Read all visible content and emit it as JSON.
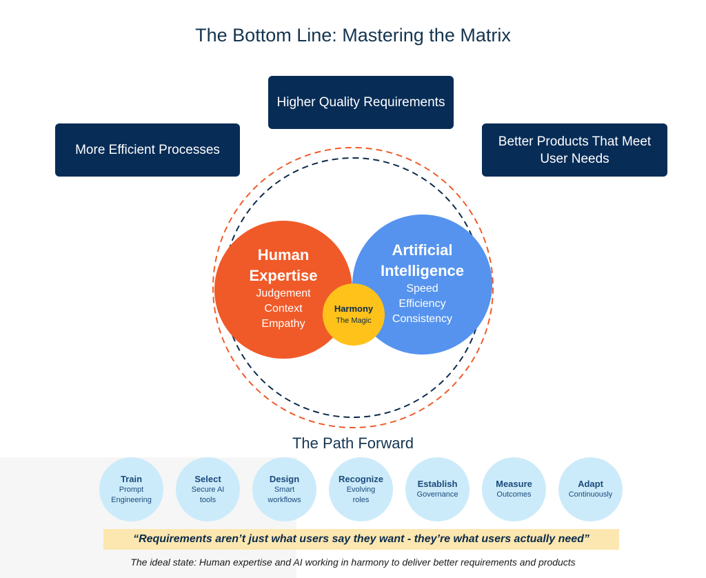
{
  "title": "The Bottom Line: Mastering the Matrix",
  "outcomes": {
    "top": "Higher Quality Requirements",
    "left": "More Efficient Processes",
    "right": "Better Products That Meet User Needs"
  },
  "human": {
    "heading_line1": "Human",
    "heading_line2": "Expertise",
    "items": [
      "Judgement",
      "Context",
      "Empathy"
    ]
  },
  "ai": {
    "heading_line1": "Artificial",
    "heading_line2": "Intelligence",
    "items": [
      "Speed",
      "Efficiency",
      "Consistency"
    ]
  },
  "harmony": {
    "label": "Harmony",
    "sub": "The Magic"
  },
  "colors": {
    "navy": "#072c56",
    "orange": "#f05a28",
    "blue": "#5593ee",
    "yellow": "#ffc21a",
    "step_bg": "#ccebfa"
  },
  "path_title": "The Path Forward",
  "steps": [
    {
      "title": "Train",
      "desc_line1": "Prompt",
      "desc_line2": "Engineering"
    },
    {
      "title": "Select",
      "desc_line1": "Secure AI",
      "desc_line2": "tools"
    },
    {
      "title": "Design",
      "desc_line1": "Smart",
      "desc_line2": "workflows"
    },
    {
      "title": "Recognize",
      "desc_line1": "Evolving",
      "desc_line2": "roles"
    },
    {
      "title": "Establish",
      "desc_line1": "Governance",
      "desc_line2": ""
    },
    {
      "title": "Measure",
      "desc_line1": "Outcomes",
      "desc_line2": ""
    },
    {
      "title": "Adapt",
      "desc_line1": "Continuously",
      "desc_line2": ""
    }
  ],
  "quote": "“Requirements aren’t just what users say they want - they’re what users actually need”",
  "footer": "The ideal state: Human expertise and AI working in harmony to deliver better requirements and products"
}
